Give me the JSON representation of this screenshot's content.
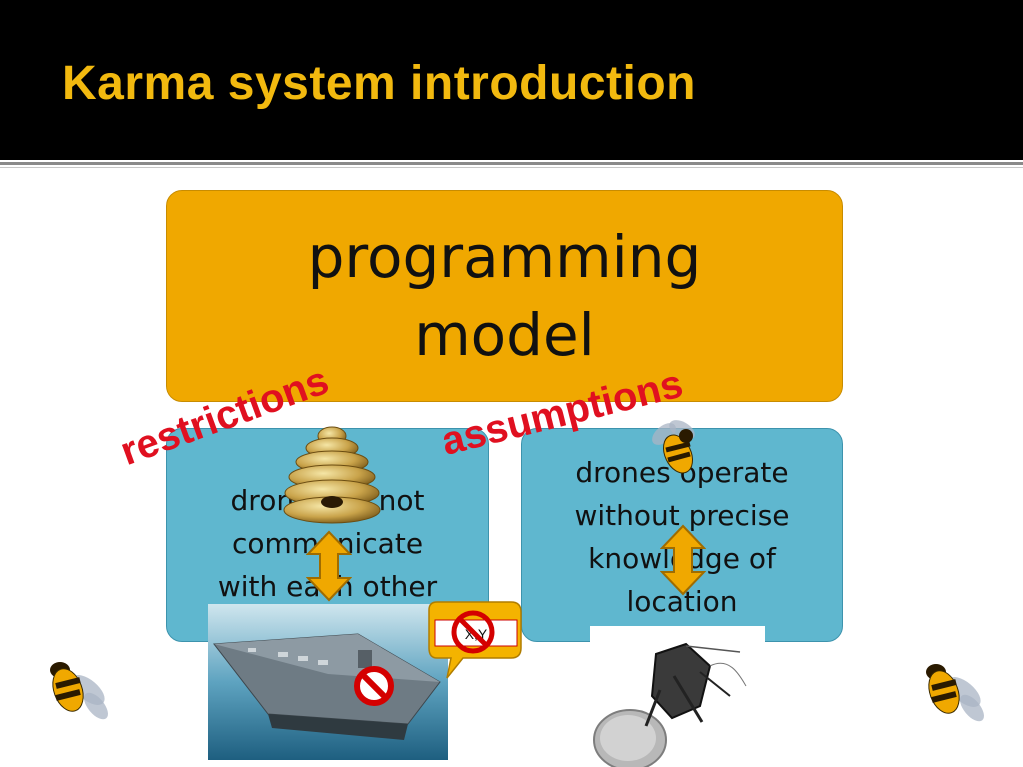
{
  "slide": {
    "title": "Karma system introduction",
    "colors": {
      "header_bg": "#000000",
      "title": "#f2b90f",
      "model_box": "#f0a800",
      "blue_box": "#5fb7cf",
      "label_red": "#e01020"
    }
  },
  "model_box": {
    "line1": "programming",
    "line2": "model"
  },
  "labels": {
    "restrictions": "restrictions",
    "assumptions": "assumptions"
  },
  "left_box": {
    "line1": "drones do not",
    "line2": "communicate",
    "line3": "with each other"
  },
  "right_box": {
    "line1": "drones operate",
    "line2": "without precise",
    "line3": "knowledge of",
    "line4": "location"
  },
  "bubble": {
    "text": "X,Y"
  },
  "icons": {
    "hive": "beehive-icon",
    "bees": "bee-icon",
    "arrows": "double-arrow-icon",
    "prohibit": "prohibited-icon",
    "ship": "aircraft-carrier-image",
    "robot": "micro-robot-image"
  }
}
